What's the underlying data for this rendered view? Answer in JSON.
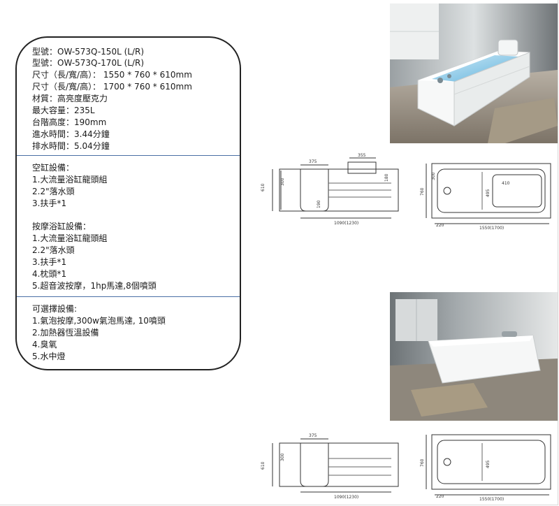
{
  "spec_sheet": {
    "basic": [
      "型號：OW-573Q-150L (L/R)",
      "型號：OW-573Q-170L (L/R)",
      "尺寸（長/寬/高）： 1550 * 760 * 610mm",
      "尺寸（長/寬/高）： 1700 * 760 * 610mm",
      "材質：高亮度壓克力",
      "最大容量：235L",
      "台階高度：190mm",
      "進水時間：3.44分鐘",
      "排水時間：5.04分鐘"
    ],
    "standard": [
      "空缸設備：",
      "1.大流量浴缸龍頭組",
      "2.2\"落水頭",
      "3.扶手*1",
      "",
      "按摩浴缸設備：",
      "1.大流量浴缸龍頭組",
      "2.2\"落水頭",
      "3.扶手*1",
      "4.枕頭*1",
      "5.超音波按摩，1hp馬達,8個噴頭"
    ],
    "optional": [
      "可選擇設備:",
      "1.氣泡按摩,300w氣泡馬達, 10噴頭",
      "2.加熱器恆溫設備",
      "4.臭氧",
      "5.水中燈"
    ]
  },
  "drawing1": {
    "side": {
      "d375": "375",
      "d355": "355",
      "h610": "610",
      "h190": "190",
      "h300": "300",
      "h180": "180",
      "len": "1090(1230)"
    },
    "top": {
      "w760": "760",
      "d300": "300",
      "d410": "410",
      "d495": "495",
      "d220": "220",
      "len": "1550(1700)"
    }
  },
  "drawing2": {
    "side": {
      "d375": "375",
      "h610": "610",
      "h300": "300",
      "len": "1090(1230)"
    },
    "top": {
      "w760": "760",
      "d220": "220",
      "d495": "495",
      "len": "1550(1700)"
    }
  },
  "colors": {
    "card_border": "#222222",
    "divider": "#4a6fa5",
    "water": "#9fd2ec",
    "floor": "#9a8f80",
    "rug": "#b9ab8e"
  }
}
